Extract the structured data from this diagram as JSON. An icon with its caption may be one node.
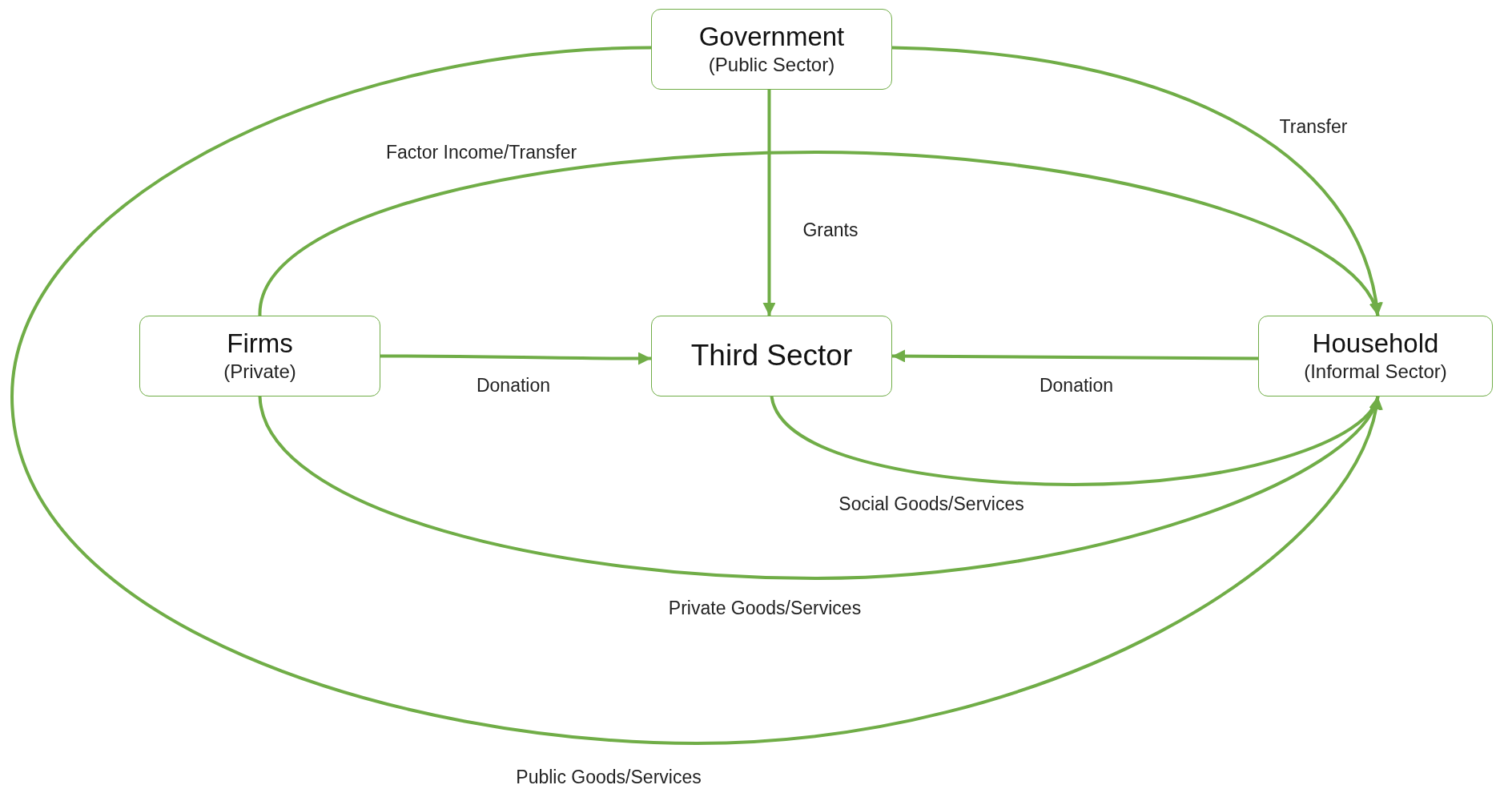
{
  "diagram": {
    "nodes": [
      {
        "text": [
          "Government",
          "(Public Sector)"
        ]
      },
      {
        "text": [
          "Firms",
          "(Private)"
        ]
      },
      {
        "text": [
          "Third Sector"
        ]
      },
      {
        "text": [
          "Household",
          "(Informal Sector)"
        ]
      }
    ],
    "edges": [
      {
        "from": 0,
        "to": 3,
        "arrow": "to",
        "label": "Transfer"
      },
      {
        "from": 1,
        "to": 3,
        "arrow": "to",
        "label": "Factor Income/Transfer"
      },
      {
        "from": 0,
        "to": 2,
        "arrow": "to",
        "label": "Grants"
      },
      {
        "from": 1,
        "to": 2,
        "arrow": "to",
        "label": "Donation"
      },
      {
        "from": 3,
        "to": 2,
        "arrow": "to",
        "label": "Donation"
      },
      {
        "from": 2,
        "to": 3,
        "arrow": "to",
        "label": "Social Goods/Services"
      },
      {
        "from": 1,
        "to": 3,
        "arrow": "to",
        "label": "Private Goods/Services"
      },
      {
        "from": 0,
        "to": 3,
        "arrow": "to",
        "label": "Public Goods/Services"
      }
    ]
  }
}
